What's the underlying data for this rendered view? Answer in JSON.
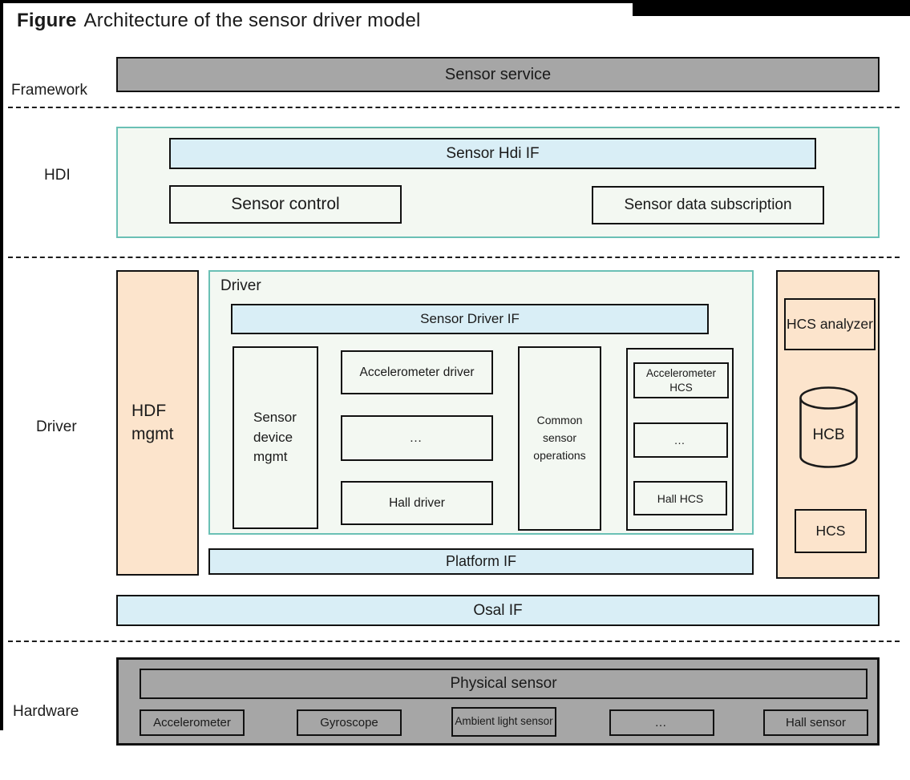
{
  "title": {
    "figure": "Figure",
    "text": "Architecture of the sensor driver model"
  },
  "framework": {
    "label": "Framework",
    "sensor_service": "Sensor service"
  },
  "hdi": {
    "label": "HDI",
    "sensor_hdi_if": "Sensor Hdi IF",
    "sensor_control": "Sensor control",
    "sensor_data_subscription": "Sensor data subscription"
  },
  "driver": {
    "label": "Driver",
    "hdf_mgmt": "HDF mgmt",
    "container_label": "Driver",
    "sensor_driver_if": "Sensor Driver IF",
    "sensor_device_mgmt": "Sensor device mgmt",
    "accelerometer_driver": "Accelerometer driver",
    "ellipsis": "…",
    "hall_driver": "Hall driver",
    "common_sensor_operations": "Common sensor operations",
    "accelerometer_hcs": "Accelerometer HCS",
    "hall_hcs": "Hall HCS",
    "platform_if": "Platform IF"
  },
  "hcs_panel": {
    "hcs_analyzer": "HCS analyzer",
    "hcb": "HCB",
    "hcs": "HCS"
  },
  "osal": {
    "osal_if": "Osal IF"
  },
  "hardware": {
    "label": "Hardware",
    "physical_sensor": "Physical sensor",
    "devices": [
      "Accelerometer",
      "Gyroscope",
      "Ambient light sensor",
      "…",
      "Hall sensor"
    ]
  },
  "colors": {
    "layer_gray": "#a6a6a6",
    "interface_blue": "#d9eef6",
    "config_orange": "#fce4cc",
    "container_mint": "#f3f8f2",
    "container_teal_border": "#6ac0b5"
  }
}
